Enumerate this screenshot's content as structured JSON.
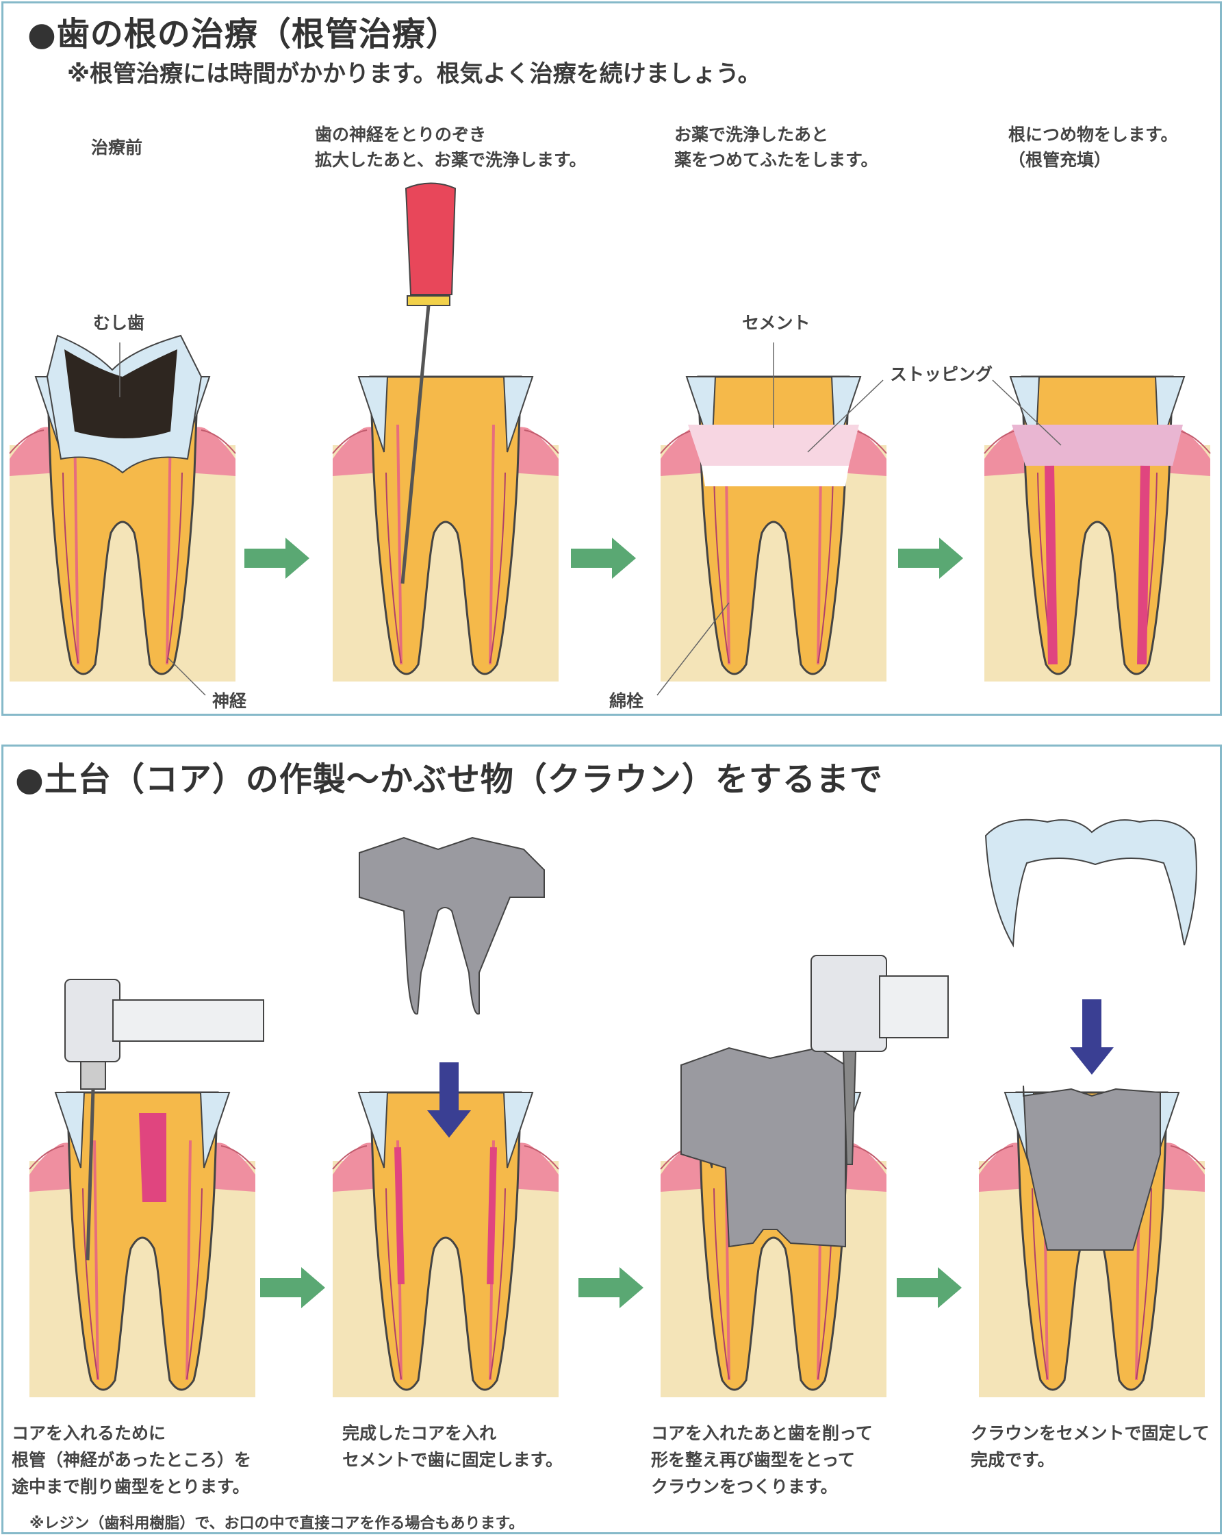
{
  "section1": {
    "title": "●歯の根の治療（根管治療）",
    "subtitle": "※根管治療には時間がかかります。根気よく治療を続けましょう。",
    "steps": [
      {
        "line1": "",
        "line2": "治療前"
      },
      {
        "line1": "歯の神経をとりのぞき",
        "line2": "拡大したあと、お薬で洗浄します。"
      },
      {
        "line1": "お薬で洗浄したあと",
        "line2": "薬をつめてふたをします。"
      },
      {
        "line1": "根につめ物をします。",
        "line2": "（根管充填）"
      }
    ],
    "annotations": {
      "caries": "むし歯",
      "nerve": "神経",
      "cement": "セメント",
      "stopping": "ストッピング",
      "cotton": "綿栓"
    }
  },
  "section2": {
    "title": "●土台（コア）の作製〜かぶせ物（クラウン）をするまで",
    "captions": [
      [
        "コアを入れるために",
        "根管（神経があったところ）を",
        "途中まで削り歯型をとります。"
      ],
      [
        "完成したコアを入れ",
        "セメントで歯に固定します。"
      ],
      [
        "コアを入れたあと歯を削って",
        "形を整え再び歯型をとって",
        "クラウンをつくります。"
      ],
      [
        "クラウンをセメントで固定して",
        "完成です。"
      ]
    ],
    "footnote": "※レジン（歯科用樹脂）で、お口の中で直接コアを作る場合もあります。"
  },
  "colors": {
    "border": "#86b9c9",
    "step_arrow": "#5aa873",
    "down_arrow": "#3a3f93",
    "dentin": "#f5b94a",
    "gum": "#ef8fa0",
    "bone": "#f4e4b8",
    "enamel": "#d5e8f3",
    "core": "#9a9aa0"
  }
}
